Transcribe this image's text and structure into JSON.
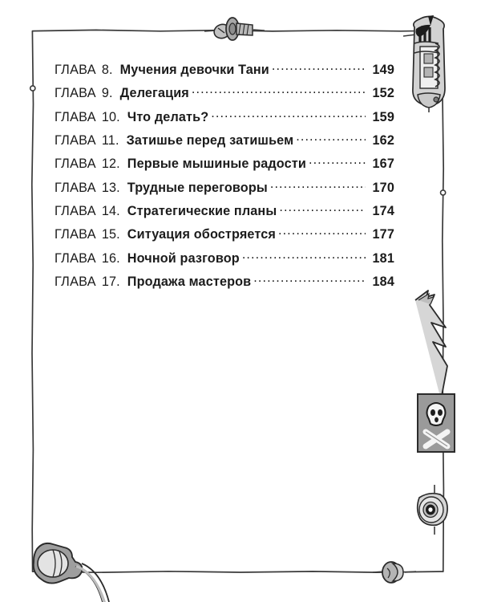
{
  "page": {
    "type": "book-table-of-contents",
    "background_color": "#ffffff",
    "text_color": "#1b1b1b",
    "frame_color": "#3a3a3a"
  },
  "toc": {
    "chapter_word": "ГЛАВА",
    "leader_char": ".",
    "entries": [
      {
        "chapter_word": "ГЛАВА",
        "number": "8.",
        "title": "Мучения девочки Тани",
        "page": "149"
      },
      {
        "chapter_word": "ГЛАВА",
        "number": "9.",
        "title": "Делегация",
        "page": "152"
      },
      {
        "chapter_word": "ГЛАВА",
        "number": "10.",
        "title": "Что делать?",
        "page": "159"
      },
      {
        "chapter_word": "ГЛАВА",
        "number": "11.",
        "title": "Затишье перед затишьем",
        "page": "162"
      },
      {
        "chapter_word": "ГЛАВА",
        "number": "12.",
        "title": "Первые мышиные радости",
        "page": "167"
      },
      {
        "chapter_word": "ГЛАВА",
        "number": "13.",
        "title": "Трудные переговоры",
        "page": "170"
      },
      {
        "chapter_word": "ГЛАВА",
        "number": "14.",
        "title": "Стратегические планы",
        "page": "174"
      },
      {
        "chapter_word": "ГЛАВА",
        "number": "15.",
        "title": "Ситуация обостряется",
        "page": "177"
      },
      {
        "chapter_word": "ГЛАВА",
        "number": "16.",
        "title": "Ночной разговор",
        "page": "181"
      },
      {
        "chapter_word": "ГЛАВА",
        "number": "17.",
        "title": "Продажа мастеров",
        "page": "184"
      }
    ]
  },
  "decorations": [
    {
      "name": "vacuum-tube-illustration",
      "position": "top-right"
    },
    {
      "name": "screw-illustration",
      "position": "top-center"
    },
    {
      "name": "lightning-arrow-illustration",
      "position": "right-middle"
    },
    {
      "name": "pirate-skull-flag-illustration",
      "position": "right-lower"
    },
    {
      "name": "dial-knob-illustration",
      "position": "bottom-right-edge"
    },
    {
      "name": "electric-plug-illustration",
      "position": "bottom-left-corner"
    },
    {
      "name": "rivet-bolt-illustration",
      "position": "bottom-center"
    }
  ]
}
